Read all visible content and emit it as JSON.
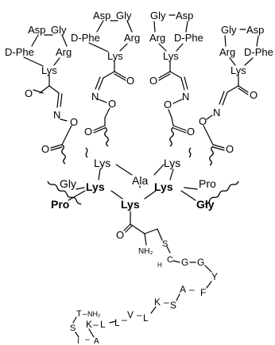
{
  "peptides": [
    {
      "asp": "Asp",
      "gly": "Gly",
      "dphe": "D-Phe",
      "arg": "Arg",
      "lys": "Lys"
    },
    {
      "asp": "Asp",
      "gly": "Gly",
      "dphe": "D-Phe",
      "arg": "Arg",
      "lys": "Lys"
    },
    {
      "asp": "Asp",
      "gly": "Gly",
      "dphe": "D-Phe",
      "arg": "Arg",
      "lys": "Lys"
    },
    {
      "asp": "Asp",
      "gly": "Gly",
      "dphe": "D-Phe",
      "arg": "Arg",
      "lys": "Lys"
    }
  ],
  "linker_atoms": {
    "O": "O",
    "N": "N"
  },
  "core": {
    "lys": "Lys",
    "ala": "Ala",
    "gly": "Gly",
    "pro": "Pro"
  },
  "chain": {
    "nh2": "NH₂",
    "h": "H",
    "s": "S",
    "c": "C",
    "residues": [
      "G",
      "G",
      "Y",
      "F",
      "A",
      "S",
      "K",
      "L",
      "V",
      "L",
      "L",
      "K",
      "A",
      "I",
      "S",
      "T"
    ],
    "dash": "–",
    "terminal_nh2": "NH₂"
  }
}
